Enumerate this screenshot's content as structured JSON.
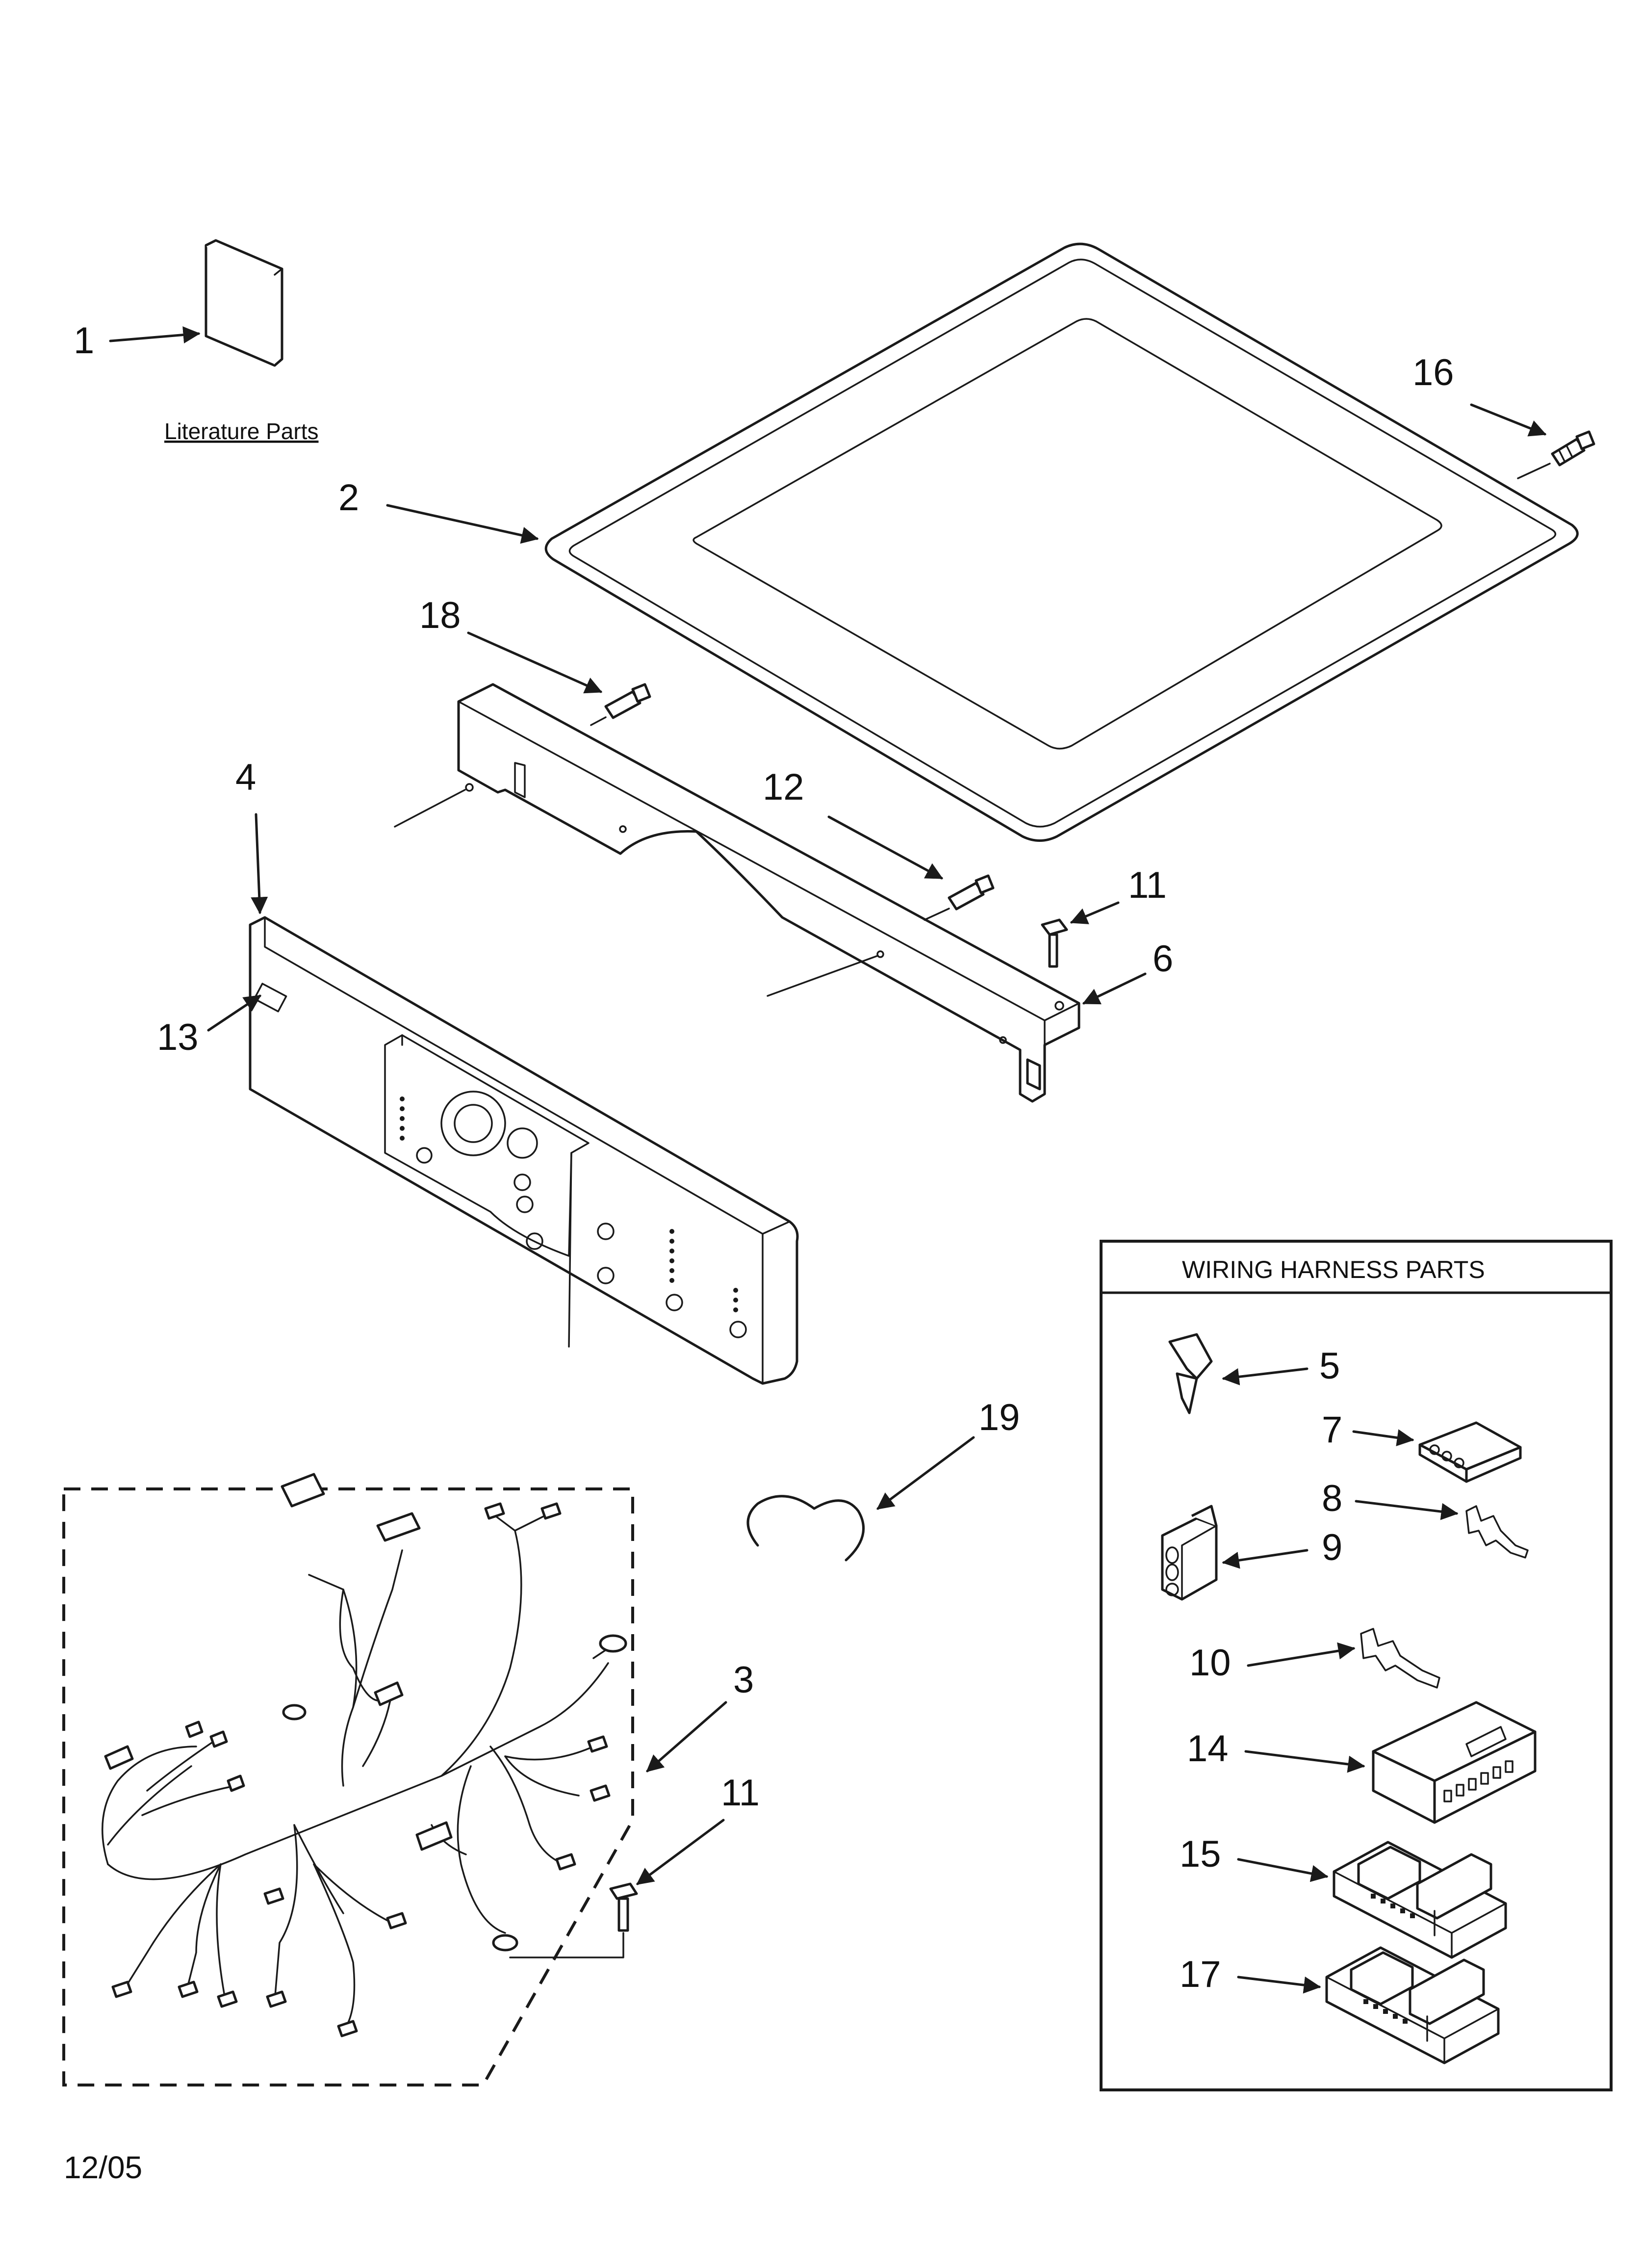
{
  "callouts": {
    "c1": "1",
    "c2": "2",
    "c3": "3",
    "c4": "4",
    "c5": "5",
    "c6": "6",
    "c7": "7",
    "c8": "8",
    "c9": "9",
    "c10": "10",
    "c11a": "11",
    "c11b": "11",
    "c12": "12",
    "c13": "13",
    "c14": "14",
    "c15": "15",
    "c16": "16",
    "c17": "17",
    "c18": "18",
    "c19": "19"
  },
  "literature_label": "Literature Parts",
  "wiring_box_title": "WIRING HARNESS PARTS",
  "date_code": "12/05"
}
